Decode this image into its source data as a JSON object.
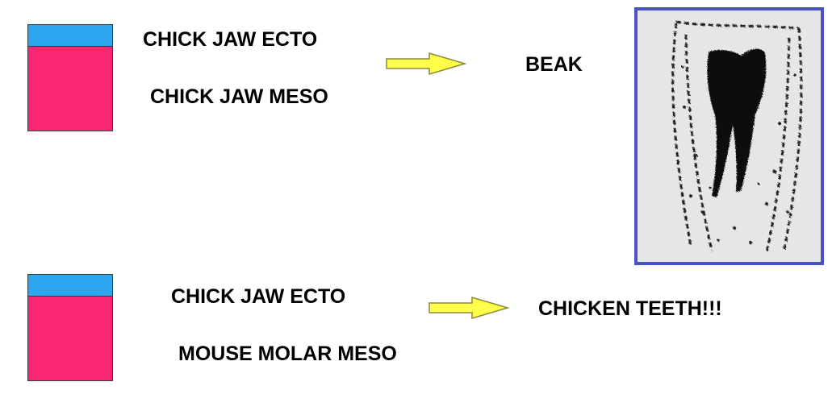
{
  "colors": {
    "ecto": "#2aa7ef",
    "meso": "#fc2672",
    "arrow_fill": "#ffff4a",
    "arrow_stroke": "#8a8a3a",
    "frame_border": "#4a53c4",
    "frame_bg": "#e6e6e6",
    "tooth": "#111111"
  },
  "top": {
    "ecto_label": "CHICK JAW ECTO",
    "meso_label": "CHICK JAW MESO",
    "result_label": "BEAK"
  },
  "bottom": {
    "ecto_label": "CHICK JAW ECTO",
    "meso_label": "MOUSE MOLAR MESO",
    "result_label": "CHICKEN TEETH!!!"
  },
  "icons": {
    "arrow": "right-arrow-icon",
    "tooth_image": "tooth-section-image"
  }
}
